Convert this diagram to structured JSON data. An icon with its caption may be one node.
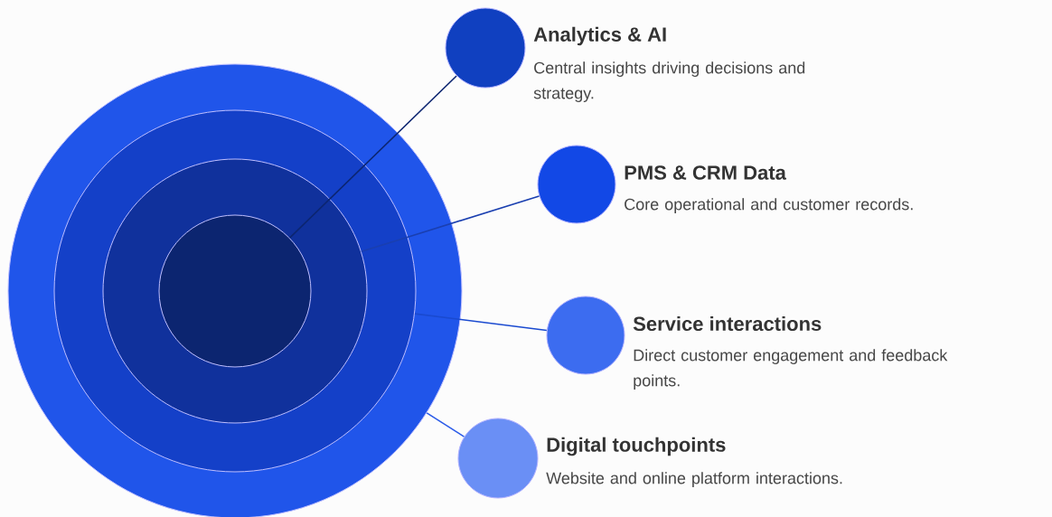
{
  "diagram": {
    "nodes": [
      {
        "text": [],
        "shape": "circle"
      },
      {
        "text": [],
        "shape": "circle",
        "in": 0
      },
      {
        "text": [],
        "shape": "circle",
        "in": 1
      },
      {
        "text": [],
        "shape": "circle",
        "in": 2
      },
      {
        "text": [
          "Analytics & AI",
          "Central insights driving decisions and strategy."
        ]
      },
      {
        "text": [
          "PMS & CRM Data",
          "Core operational and customer records."
        ]
      },
      {
        "text": [
          "Service interactions",
          "Direct customer engagement and feedback points."
        ]
      },
      {
        "text": [
          "Digital touchpoints",
          "Website and online platform interactions."
        ]
      }
    ],
    "edges": [
      {
        "from": 3,
        "to": 4,
        "arrow": "none",
        "color": "#0c2570"
      },
      {
        "from": 2,
        "to": 5,
        "arrow": "none",
        "color": "#1a3fb0"
      },
      {
        "from": 1,
        "to": 6,
        "arrow": "none",
        "color": "#1a4ad0"
      },
      {
        "from": 0,
        "to": 7,
        "arrow": "none",
        "color": "#2a5ae8"
      }
    ]
  }
}
